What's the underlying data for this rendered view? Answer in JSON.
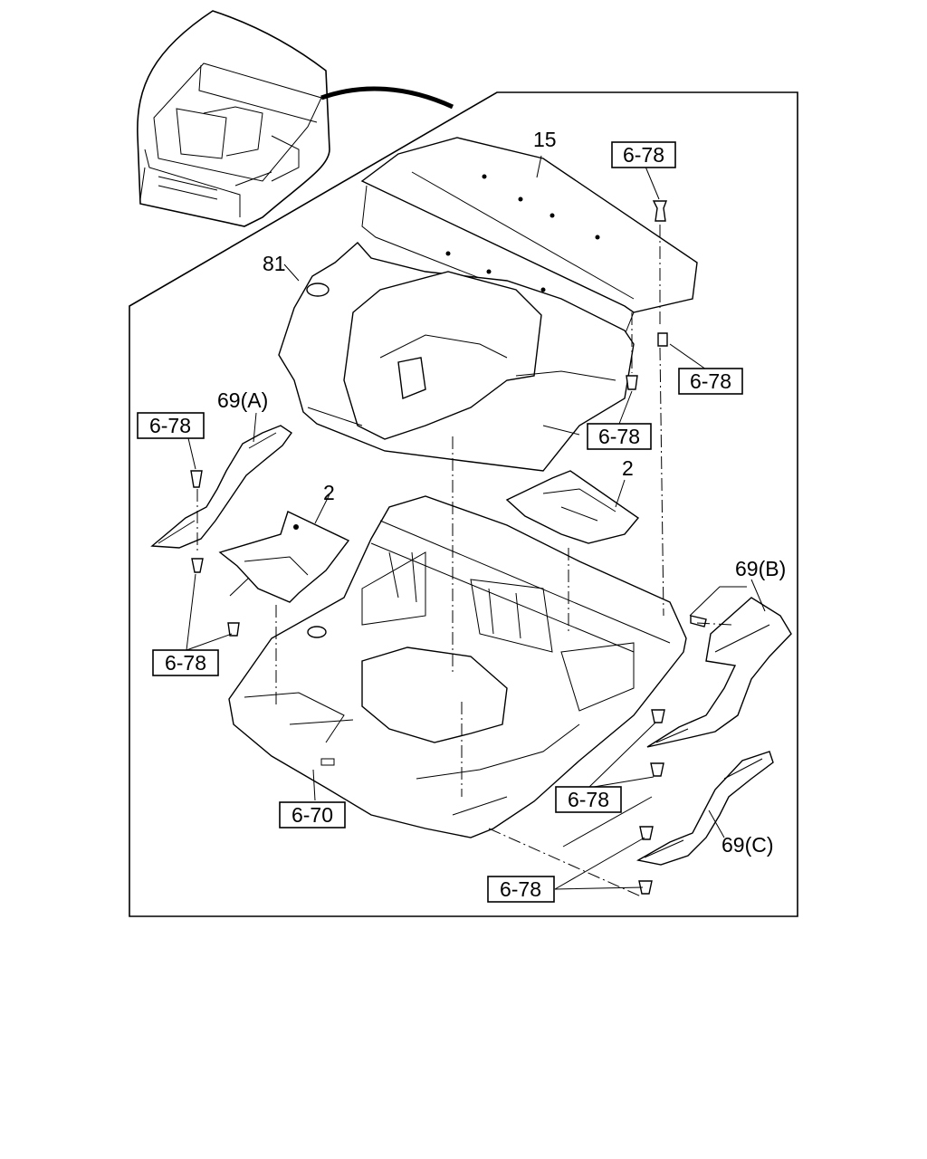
{
  "labels": {
    "p15": "15",
    "p81": "81",
    "p2_left": "2",
    "p2_right": "2",
    "p69a": "69(A)",
    "p69b": "69(B)",
    "p69c": "69(C)"
  },
  "refs": {
    "r1": "6-78",
    "r2": "6-78",
    "r3": "6-78",
    "r4": "6-78",
    "r5": "6-78",
    "r6": "6-78",
    "r7": "6-78",
    "r8": "6-70"
  }
}
